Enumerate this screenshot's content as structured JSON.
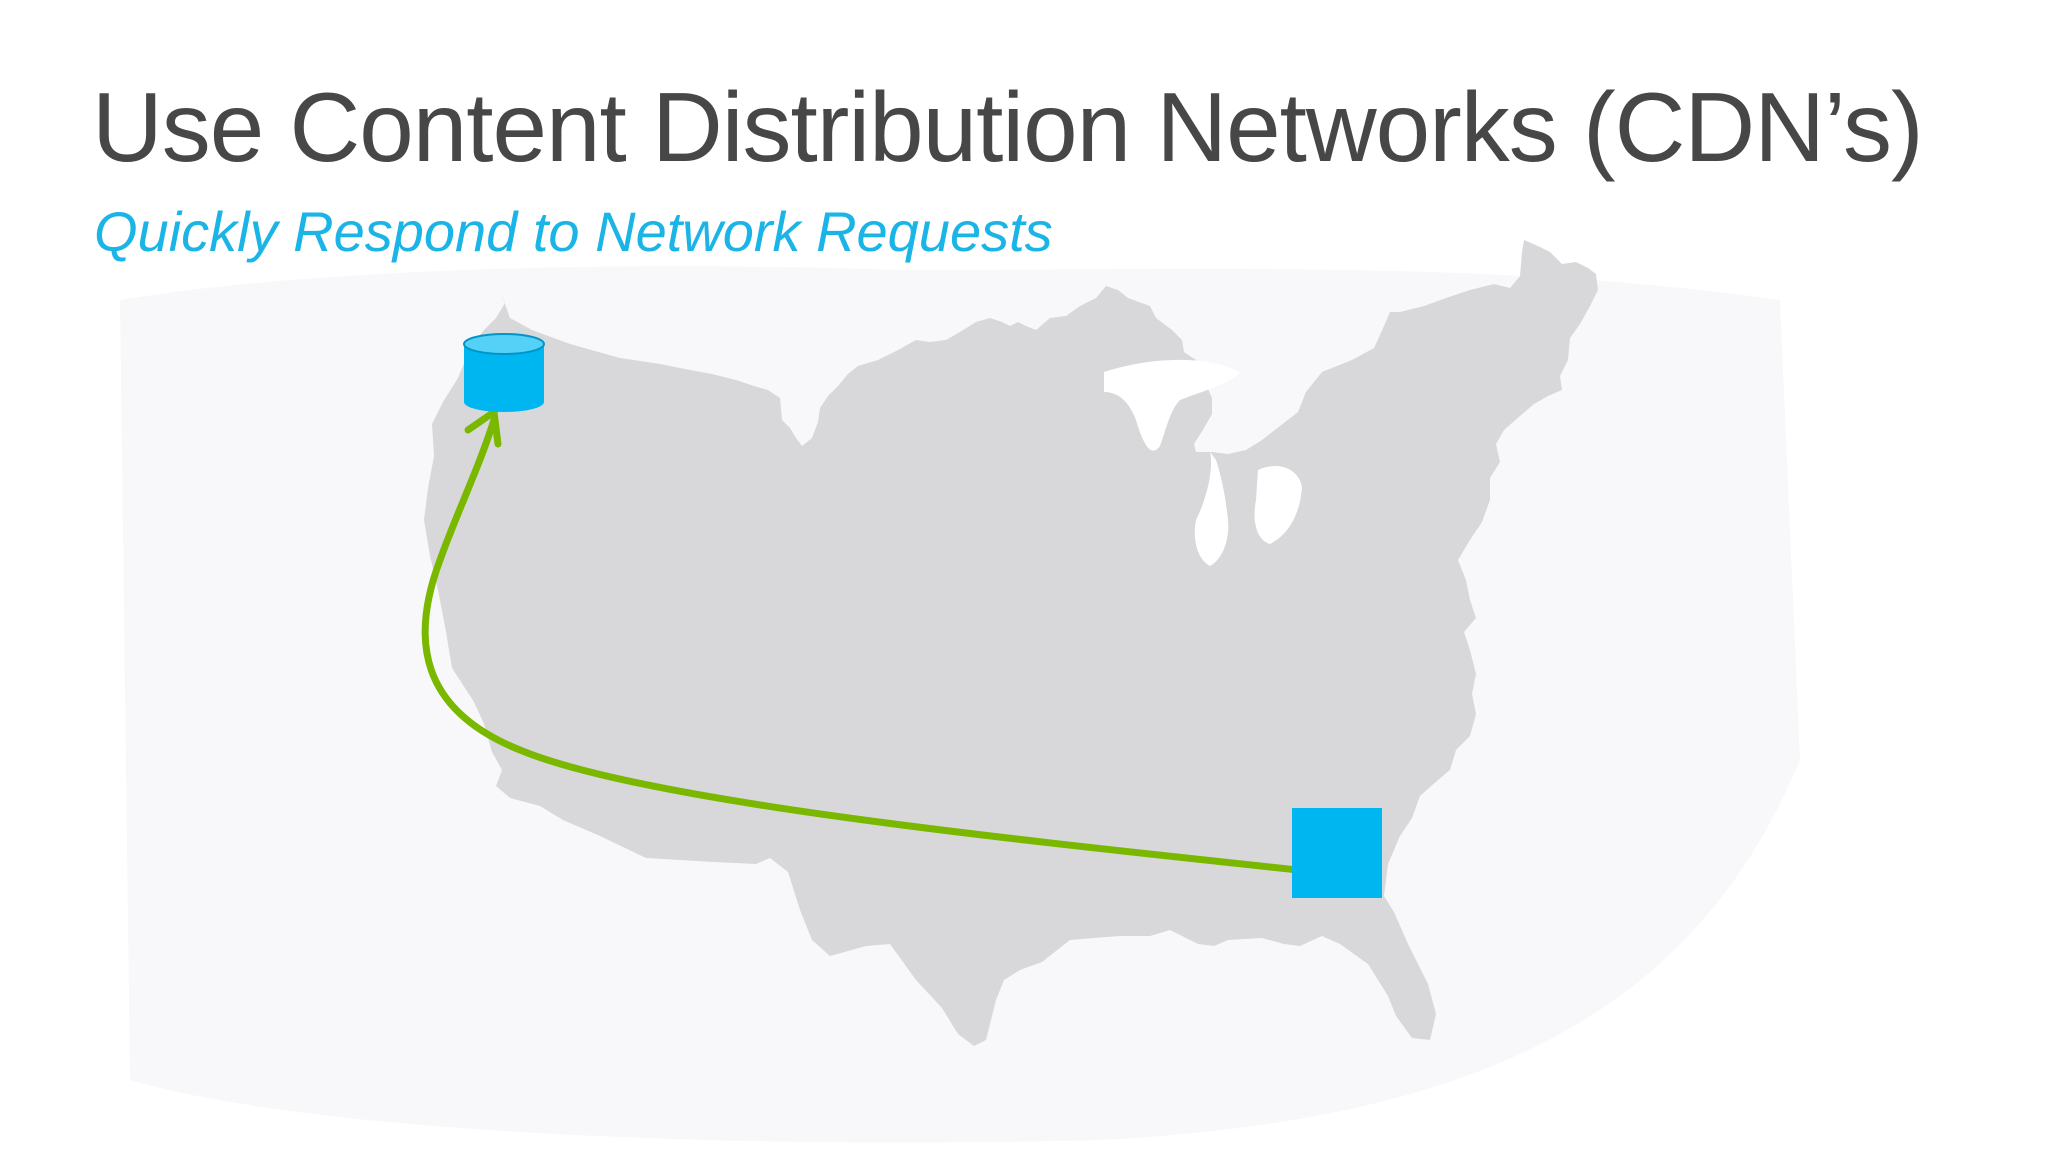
{
  "slide": {
    "title": "Use Content Distribution Networks (CDN’s)",
    "subtitle": "Quickly Respond to Network Requests"
  },
  "colors": {
    "title": "#474747",
    "subtitle": "#1ab4e6",
    "map_land": "#d8d8da",
    "map_halo": "#f7f7f9",
    "node_fill": "#00b6f0",
    "node_top": "#55d0f6",
    "arrow": "#7ab800"
  },
  "diagram": {
    "map": "United States",
    "origin_node": "square",
    "cdn_node": "database-cylinder",
    "arrow": "curved-arrow"
  }
}
